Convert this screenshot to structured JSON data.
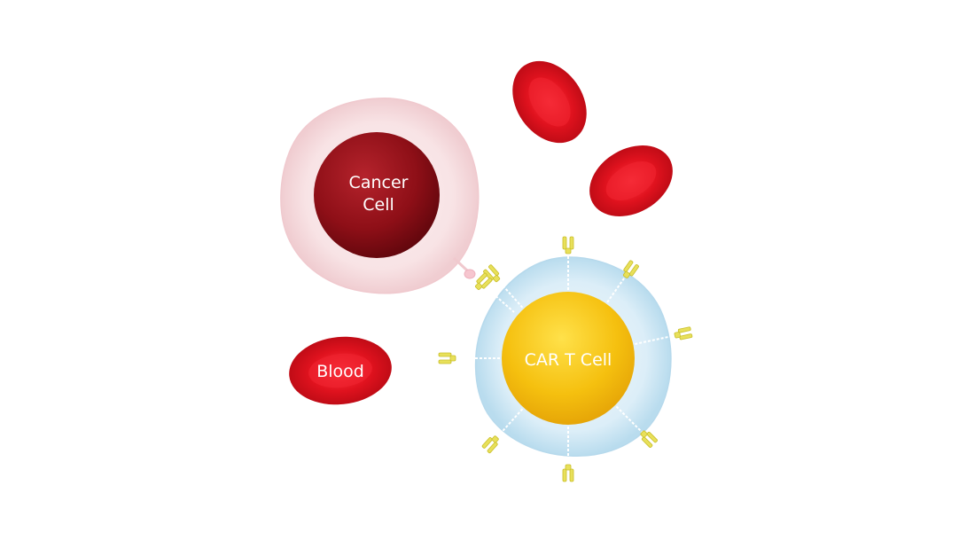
{
  "cancer_cell": {
    "label_line1": "Cancer",
    "label_line2": "Cell",
    "membrane_color": "#f9e4e6",
    "nucleus_color": "#8e0f17"
  },
  "car_t_cell": {
    "label": "CAR T Cell",
    "membrane_color": "#d6ecf7",
    "nucleus_color": "#f5c00f",
    "receptor_color": "#e8e05a",
    "receptor_count": 9
  },
  "blood_cell": {
    "label": "Blood",
    "color": "#e0121e"
  },
  "unlabeled_red_blood_cell_count": 2
}
